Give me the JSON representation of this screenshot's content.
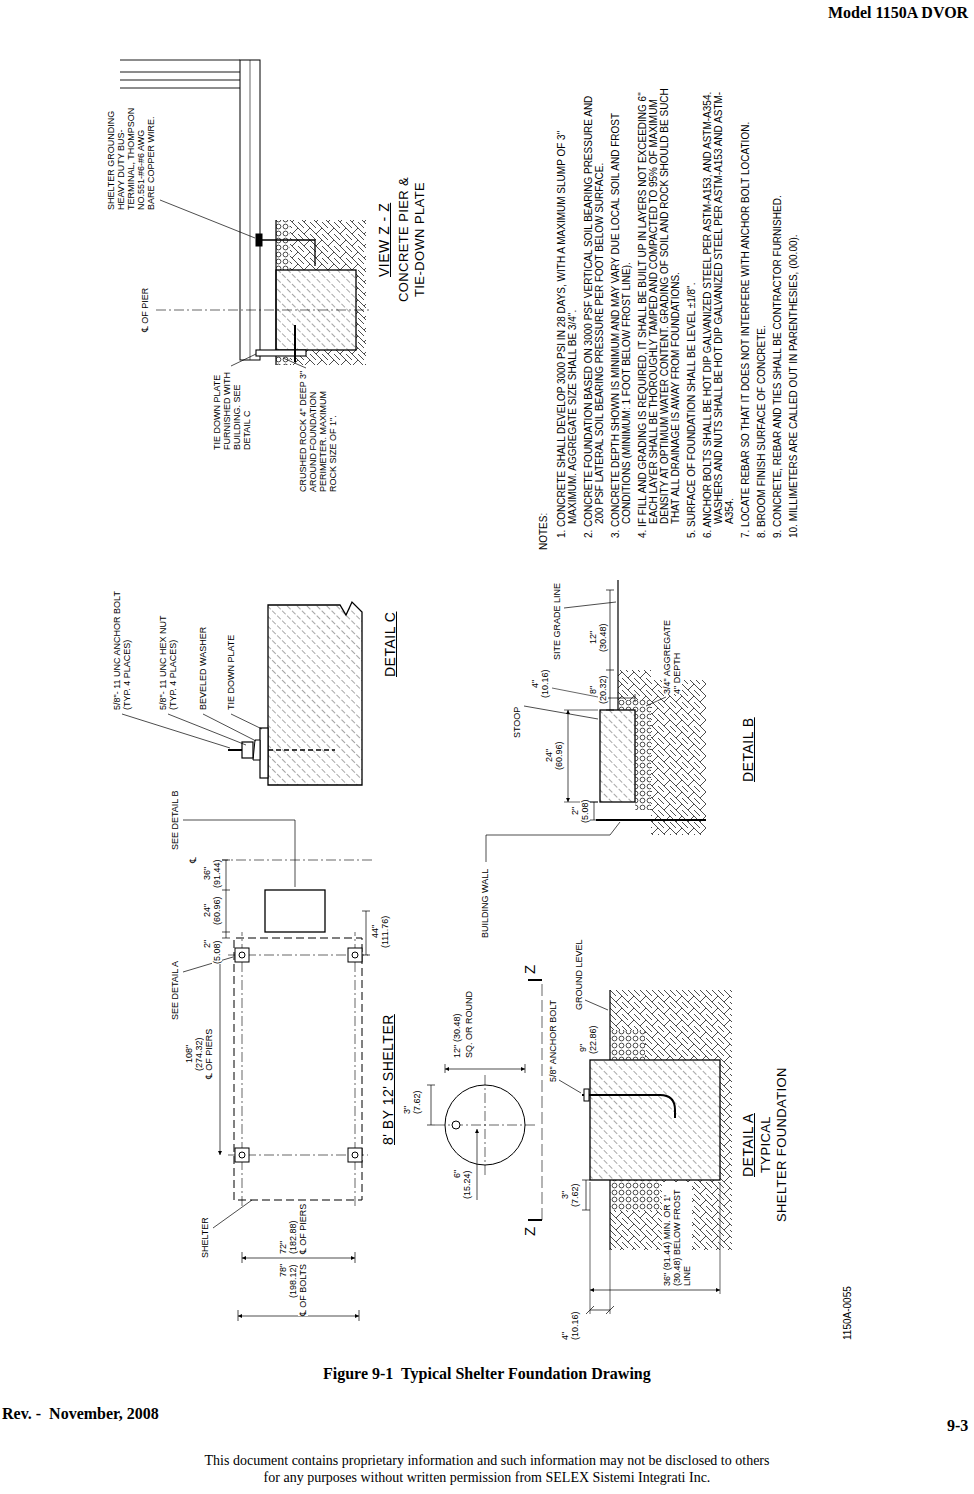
{
  "diagram": {
    "caption": "Figure 9-1  Typical Shelter Foundation Drawing",
    "labels": [
      "Model 1150A DVOR",
      "SHELTER",
      "108\"",
      "(274.32)",
      "℄ OF PIERS",
      "SEE DETAIL A",
      "SEE DETAIL B",
      "2\"",
      "(5.08)",
      "24\"",
      "(60.96)",
      "36\"",
      "(91.44)",
      "℄",
      "44\"",
      "(111.76)",
      "78\"",
      "(198.12)",
      "℄ OF BOLTS",
      "72\"",
      "(182.88)",
      "℄ OF PIERS",
      "8' BY 12' SHELTER",
      "3\"",
      "(7.62)",
      "12\"",
      "(30.48)",
      "SQ. OR ROUND",
      "6\"",
      "(15.24)",
      "Z",
      "Z",
      "5/8\" ANCHOR BOLT",
      "GROUND LEVEL",
      "9\"",
      "(22.86)",
      "3\"",
      "(7.62)",
      "4\"",
      "(10.16)",
      "36\" (91.44) MIN. OR 1' (30.48) BELOW FROST LINE",
      "DETAIL A",
      "TYPICAL",
      "SHELTER FOUNDATION",
      "BUILDING WALL",
      "2\"",
      "(5.08)",
      "24\"",
      "(60.96)",
      "STOOP",
      "4\"",
      "(10.16)",
      "SITE GRADE LINE",
      "8\"",
      "(20.32)",
      "12\"",
      "(30.48)",
      "3/4\" AGGREGATE 4\" DEPTH",
      "DETAIL B",
      "5/8\"- 11 UNC ANCHOR BOLT (TYP. 4 PLACES)",
      "5/8\"- 11 UNC HEX NUT (TYP. 4 PLACES)",
      "BEVELED WASHER",
      "TIE DOWN PLATE",
      "DETAIL C",
      "CRUSHED ROCK 4\" DEEP 3\" AROUND FOUNDATION PERIMETER. MAXIMUM ROCK SIZE OF 1\".",
      "TIE DOWN PLATE FURNISHED WITH BUILDING. SEE DETAIL C",
      "℄ OF PIER",
      "SHELTER GROUNDING HEAVY DUTY BUS-TERMINAL, THOMPSON NO.551-#6-#6 AWG BARE COPPER WIRE.",
      "VIEW Z - Z",
      "CONCRETE PIER &",
      "TIE-DOWN PLATE",
      "NOTES:",
      "1. CONCRETE SHALL DEVELOP 3000 PSI IN 28 DAYS, WITH A MAXIMUM SLUMP OF 3\" MAXIMUM. AGGREGATE SIZE SHALL BE 3/4\".",
      "2. CONCRETE FOUNDATION BASED ON 3000 PSF VERTICAL SOIL BEARING PRESSURE AND 200 PSF LATERAL SOIL BEARING PRESSURE PER FOOT BELOW SURFACE.",
      "3. CONCRETE DEPTH SHOWN IS MINIMUM AND MAY VARY DUE LOCAL SOIL AND FROST CONDITIONS (MINIMUM: 1 FOOT BELOW FROST LINE).",
      "4. IF FILL AND GRADING IS REQUIRED, IT SHALL BE BUILT UP IN LAYERS NOT EXCEEDING 6\" EACH LAYER SHALL BE THOROUGHLY TAMPED AND COMPACTED TO 95% OF MAXIMUM DENSITY AT OPTIMUM WATER CONTENT. GRADING OF SOIL AND ROCK SHOULD BE SUCH THAT ALL DRAINAGE IS AWAY FROM FOUNDATIONS.",
      "5. SURFACE OF FOUNDATION SHALL BE LEVEL ±1/8\".",
      "6. ANCHOR BOLTS SHALL BE HOT DIP GALVANIZED STEEL PER ASTM-A153, AND ASTM-A354. WASHERS AND NUTS SHALL BE HOT DIP GALVANIZED STEEL PER ASTM-A153 AND ASTM-A354.",
      "7. LOCATE REBAR SO THAT IT DOES NOT INTERFERE WITH ANCHOR BOLT LOCATION.",
      "8. BROOM FINISH SURFACE OF CONCRETE.",
      "9. CONCRETE, REBAR AND TIES SHALL BE CONTRACTOR FURNISHED.",
      "10. MILLIMETERS ARE CALLED OUT IN PARENTHESIES, (00.00).",
      "1150A-0055",
      "Rev. -  November, 2008",
      "9-3",
      "This document contains proprietary information and such information may not be disclosed to others for any purposes without written permission from SELEX Sistemi Integrati Inc."
    ]
  }
}
